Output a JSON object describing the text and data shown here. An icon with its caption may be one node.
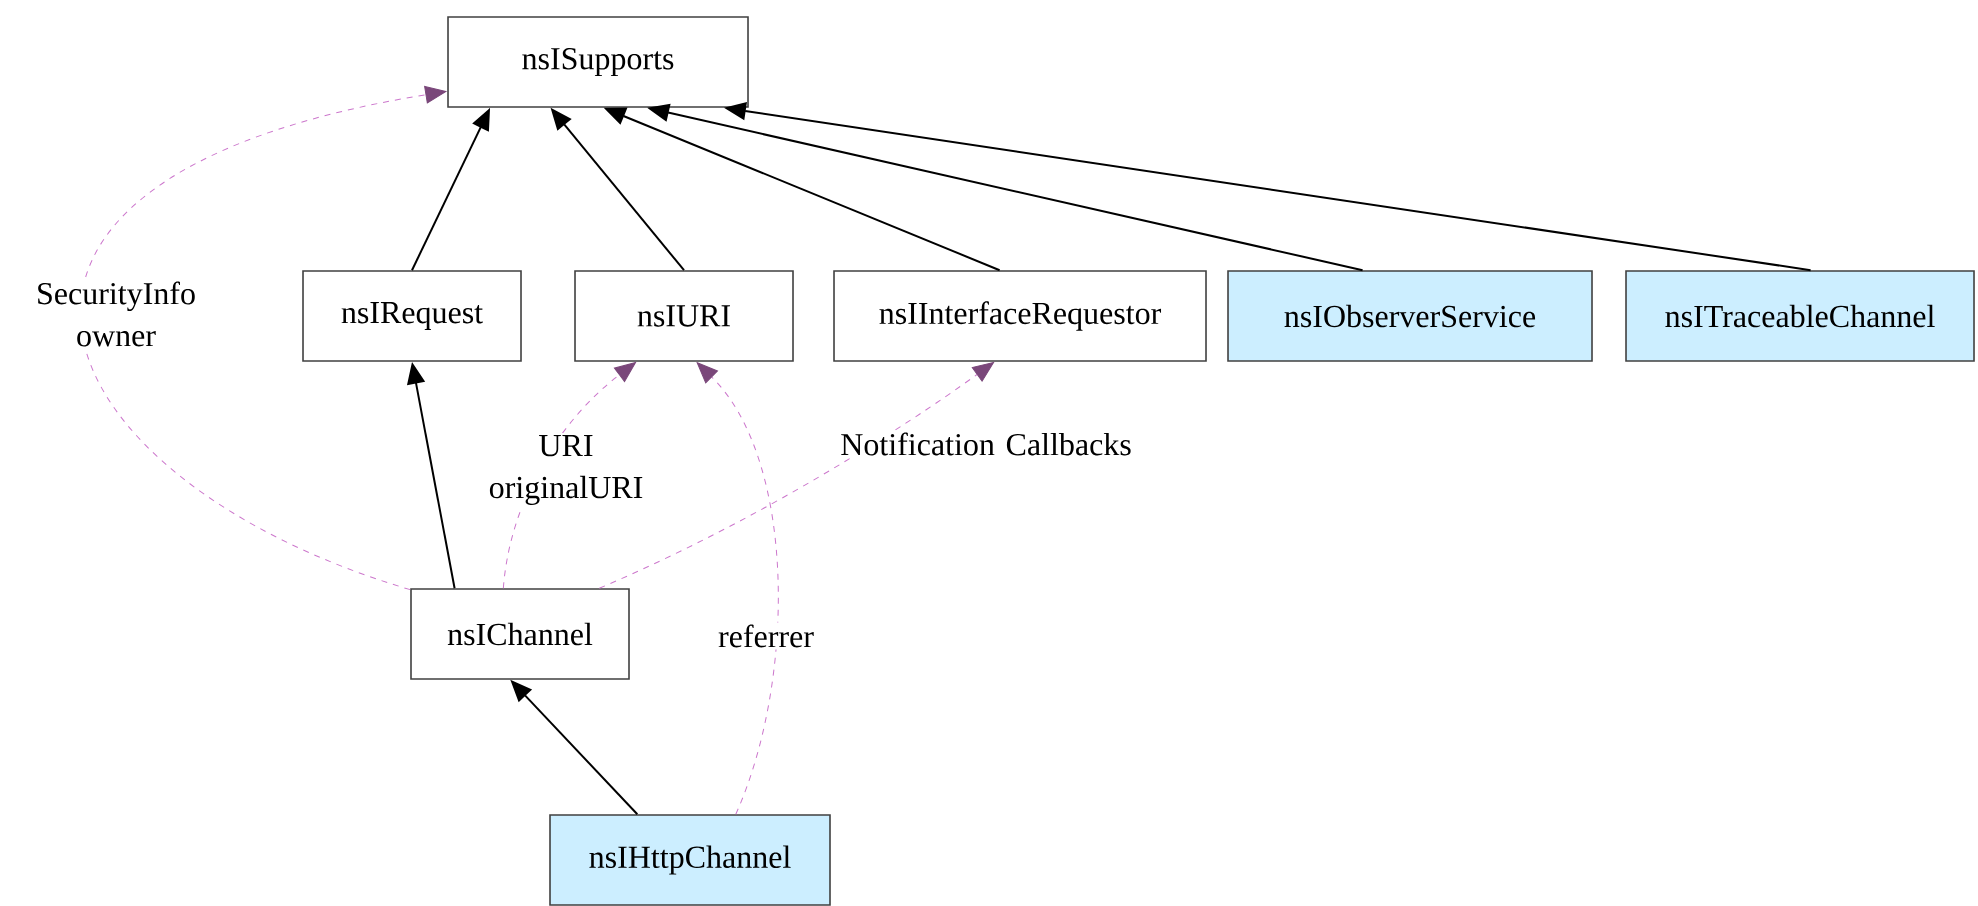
{
  "diagram": {
    "nodes": [
      {
        "text": [
          "nsISupports"
        ]
      },
      {
        "text": [
          "nsIRequest"
        ]
      },
      {
        "text": [
          "nsIURI"
        ]
      },
      {
        "text": [
          "nsIInterfaceRequestor"
        ]
      },
      {
        "text": [
          "nsIObserverService"
        ]
      },
      {
        "text": [
          "nsITraceableChannel"
        ]
      },
      {
        "text": [
          "nsIChannel"
        ]
      },
      {
        "text": [
          "nsIHttpChannel"
        ]
      }
    ],
    "edges": [
      {
        "from": 1,
        "to": 0,
        "arrow": "to"
      },
      {
        "from": 2,
        "to": 0,
        "arrow": "to"
      },
      {
        "from": 3,
        "to": 0,
        "arrow": "to"
      },
      {
        "from": 4,
        "to": 0,
        "arrow": "to"
      },
      {
        "from": 5,
        "to": 0,
        "arrow": "to"
      },
      {
        "from": 6,
        "to": 1,
        "arrow": "to"
      },
      {
        "from": 7,
        "to": 6,
        "arrow": "to"
      },
      {
        "from": 6,
        "to": 0,
        "arrow": "to",
        "label": "SecurityInfo owner",
        "style": "dashed",
        "color": "#cc77cc"
      },
      {
        "from": 6,
        "to": 2,
        "arrow": "to",
        "label": "URI originalURI",
        "style": "dashed",
        "color": "#cc77cc"
      },
      {
        "from": 6,
        "to": 3,
        "arrow": "to",
        "label": "Notification Callbacks",
        "style": "dashed",
        "color": "#cc77cc"
      },
      {
        "from": 7,
        "to": 2,
        "arrow": "to",
        "label": "referrer",
        "style": "dashed",
        "color": "#cc77cc"
      }
    ]
  }
}
